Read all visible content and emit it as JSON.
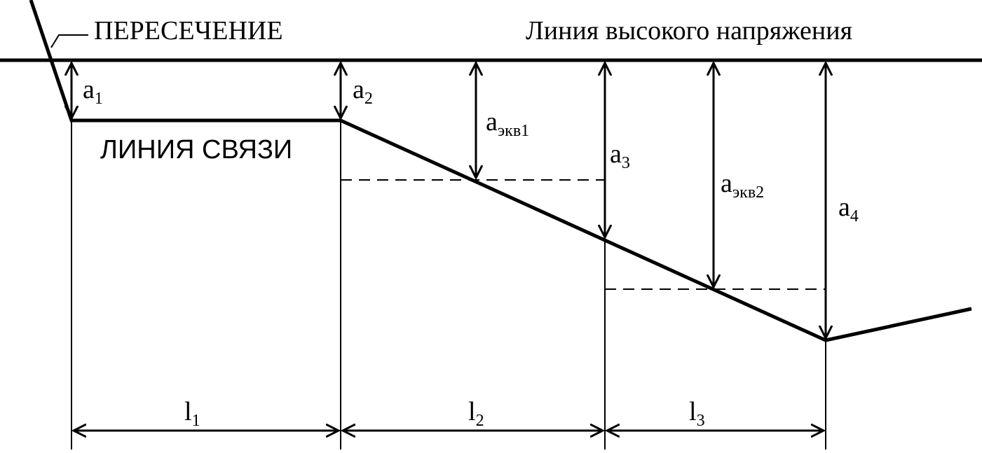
{
  "labels": {
    "crossing": "ПЕРЕСЕЧЕНИЕ",
    "high_voltage_line": "Линия высокого напряжения",
    "comm_line": "ЛИНИЯ СВЯЗИ"
  },
  "distances": {
    "a1": {
      "base": "a",
      "sub": "1"
    },
    "a2": {
      "base": "a",
      "sub": "2"
    },
    "a3": {
      "base": "a",
      "sub": "3"
    },
    "a4": {
      "base": "a",
      "sub": "4"
    },
    "aeq1": {
      "base": "a",
      "sub": "экв1"
    },
    "aeq2": {
      "base": "a",
      "sub": "экв2"
    }
  },
  "lengths": {
    "l1": {
      "base": "l",
      "sub": "1"
    },
    "l2": {
      "base": "l",
      "sub": "2"
    },
    "l3": {
      "base": "l",
      "sub": "3"
    }
  }
}
